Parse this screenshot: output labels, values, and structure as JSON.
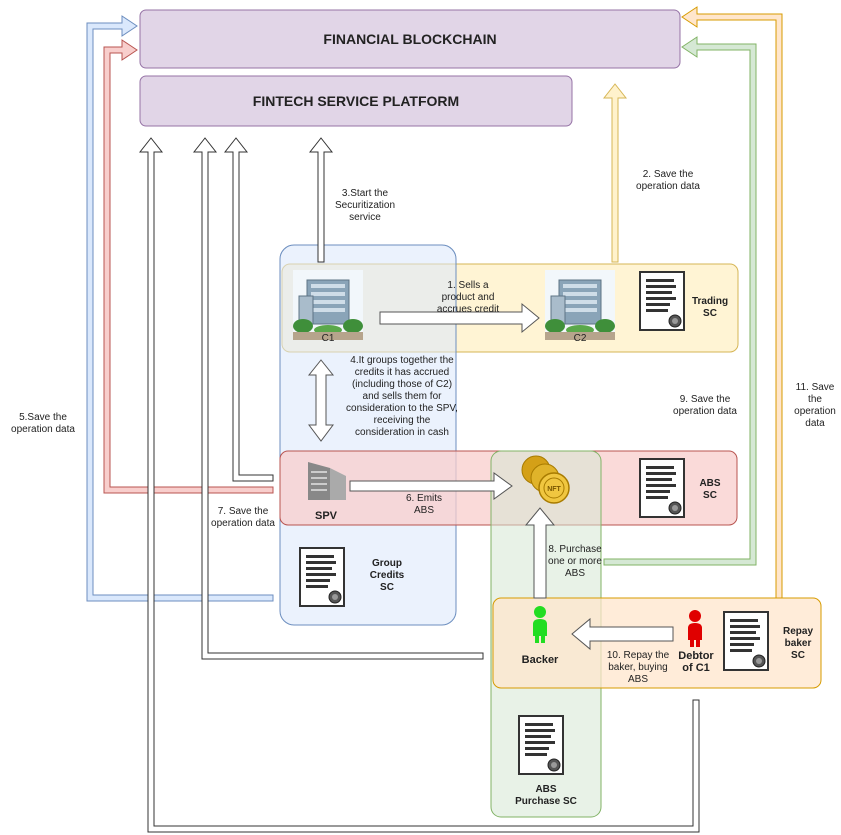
{
  "headers": {
    "blockchain": "FINANCIAL BLOCKCHAIN",
    "platform": "FINTECH SERVICE PLATFORM"
  },
  "entities": {
    "c1": "C1",
    "c2": "C2",
    "spv": "SPV",
    "backer": "Backer",
    "debtor": "Debtor\nof C1"
  },
  "contracts": {
    "trading": "Trading\nSC",
    "abs": "ABS\nSC",
    "group_credits": "Group\nCredits\nSC",
    "repay_baker": "Repay\nbaker\nSC",
    "abs_purchase": "ABS\nPurchase SC"
  },
  "steps": {
    "s1": "1. Sells a\nproduct and\naccrues credit",
    "s2": "2. Save the\noperation data",
    "s3": "3.Start the\nSecuritization\nservice",
    "s4": "4.It groups together the\ncredits it has accrued\n(including those of C2)\nand sells them for\nconsideration to the SPV,\nreceiving the\nconsideration in cash",
    "s5": "5.Save the\noperation data",
    "s6": "6. Emits\nABS",
    "s7": "7. Save the\noperation data",
    "s8": "8. Purchase\none or more\nABS",
    "s9": "9. Save the\noperation data",
    "s10": "10. Repay the\nbaker, buying\nABS",
    "s11": "11. Save\nthe\noperation\ndata"
  },
  "icons": {
    "coin": "NFT"
  },
  "colors": {
    "blockchain_fill": "#e1d5e7",
    "blockchain_stroke": "#9673a6",
    "trading_fill": "#fff2cc",
    "trading_stroke": "#d6b656",
    "blue_fill": "#dae8fc",
    "blue_stroke": "#6c8ebf",
    "red_fill": "#f8cecc",
    "red_stroke": "#b85450",
    "green_fill": "#d5e8d4",
    "green_stroke": "#82b366",
    "orange_fill": "#ffe6cc",
    "orange_stroke": "#d79b00"
  }
}
